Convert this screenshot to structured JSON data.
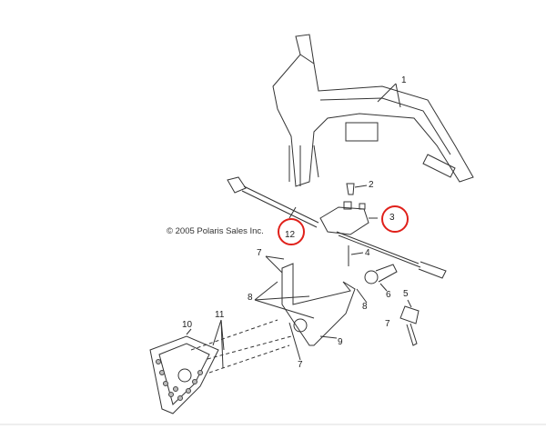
{
  "copyright": "© 2005 Polaris Sales Inc.",
  "callouts": {
    "c1": "1",
    "c2": "2",
    "c3": "3",
    "c4": "4",
    "c5": "5",
    "c6": "6",
    "c7a": "7",
    "c7b": "7",
    "c7c": "7",
    "c8a": "8",
    "c8b": "8",
    "c9": "9",
    "c10": "10",
    "c11": "11",
    "c12": "12"
  },
  "highlight_color": "#e0201a",
  "highlighted_callouts": [
    "3",
    "12"
  ]
}
